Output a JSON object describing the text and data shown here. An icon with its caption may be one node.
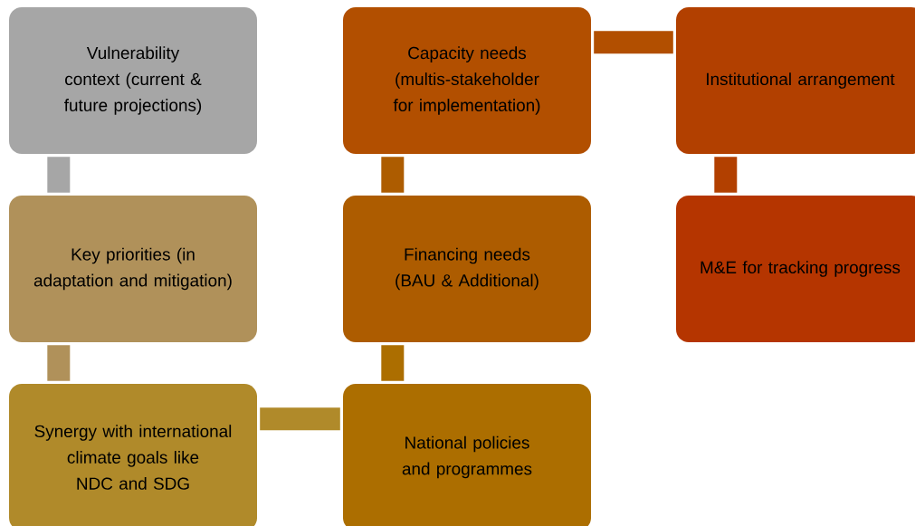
{
  "diagram": {
    "nodes": [
      {
        "text": [
          "Vulnerability context (current & future projections)"
        ]
      },
      {
        "text": [
          "Key priorities (in adaptation and mitigation)"
        ]
      },
      {
        "text": [
          "Synergy with international climate goals like NDC and SDG"
        ]
      },
      {
        "text": [
          "National policies and programmes"
        ]
      },
      {
        "text": [
          "Financing needs (BAU & Additional)"
        ]
      },
      {
        "text": [
          "Capacity needs (multis-stakeholder for implementation)"
        ]
      },
      {
        "text": [
          "Institutional arrangement"
        ]
      },
      {
        "text": [
          "M&E for tracking progress"
        ]
      }
    ],
    "edges": [
      {
        "from": 0,
        "to": 1,
        "arrow": "none",
        "color": "#a6a6a6"
      },
      {
        "from": 1,
        "to": 2,
        "arrow": "none",
        "color": "#b0915a"
      },
      {
        "from": 2,
        "to": 3,
        "arrow": "none",
        "color": "#b08a2a"
      },
      {
        "from": 3,
        "to": 4,
        "arrow": "none",
        "color": "#ac6e00"
      },
      {
        "from": 4,
        "to": 5,
        "arrow": "none",
        "color": "#ad5c00"
      },
      {
        "from": 5,
        "to": 6,
        "arrow": "none",
        "color": "#b24f00"
      },
      {
        "from": 6,
        "to": 7,
        "arrow": "none",
        "color": "#b24000"
      }
    ]
  }
}
